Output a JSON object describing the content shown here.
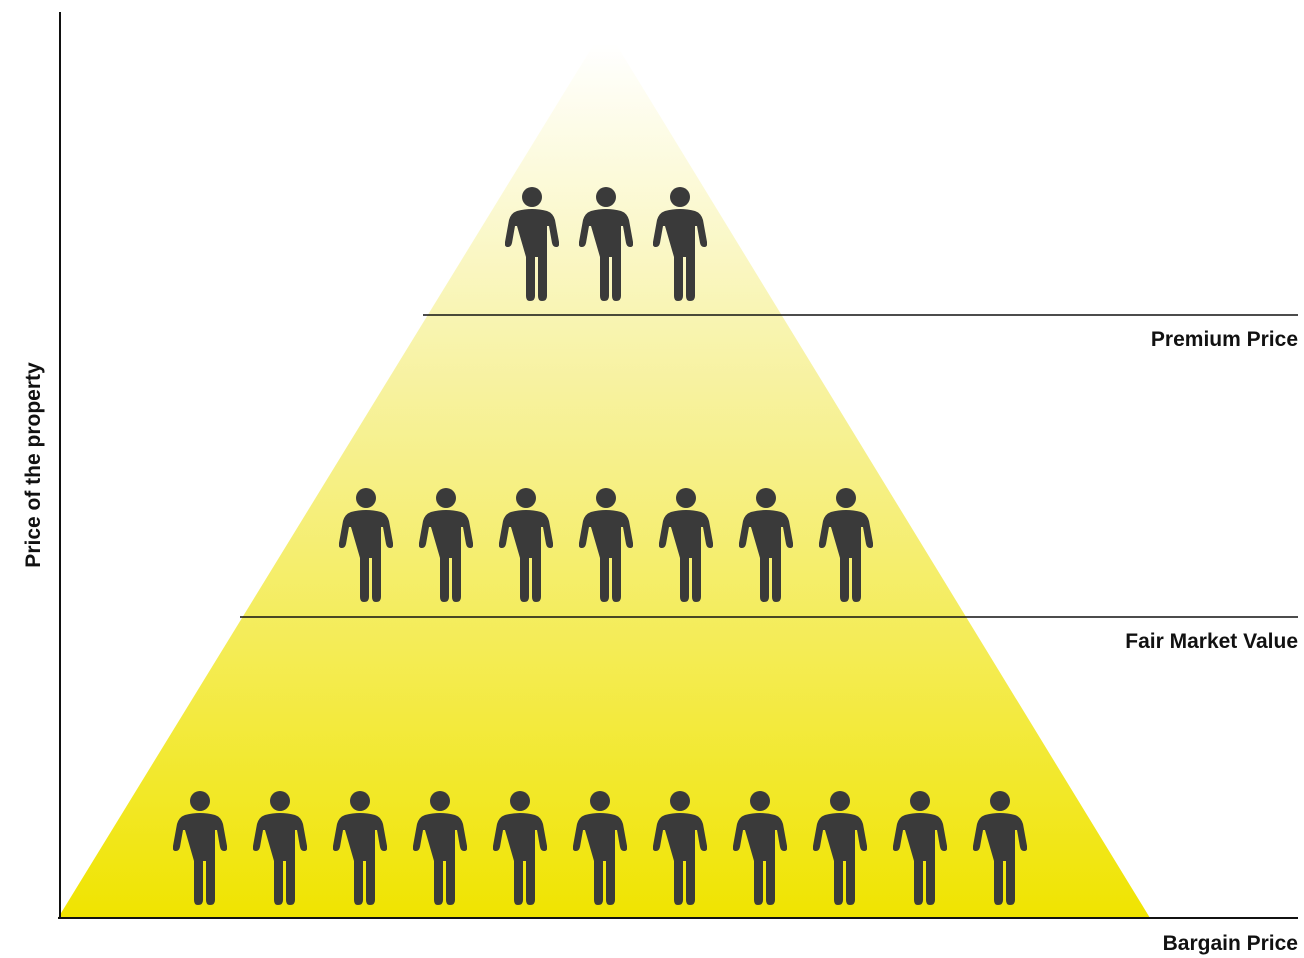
{
  "axis": {
    "y_label": "Price of the property"
  },
  "tiers": [
    {
      "label": "Premium Price",
      "buyers": 3
    },
    {
      "label": "Fair Market Value",
      "buyers": 7
    },
    {
      "label": "Bargain Price",
      "buyers": 11
    }
  ],
  "colors": {
    "pyramid_base": "#f0e400",
    "pyramid_top": "#ffffff",
    "person": "#3a3a3a",
    "line": "#111111"
  },
  "icon": "person-icon"
}
